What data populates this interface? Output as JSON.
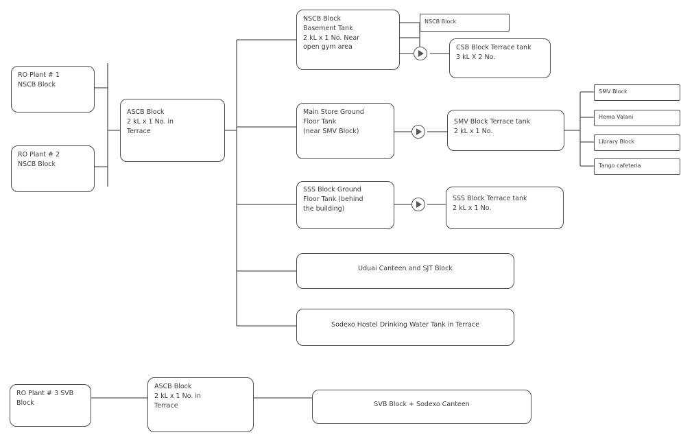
{
  "nodes": {
    "ro1": "RO Plant # 1\nNSCB Block",
    "ro2": "RO Plant # 2\nNSCB Block",
    "ascb": "ASCB Block\n2 kL x 1 No. in\nTerrace",
    "nscb_basement": "NSCB Block\nBasement Tank\n2 kL x 1 No. Near\nopen gym area",
    "nscb_block": "NSCB Block",
    "csb_terrace": "CSB Block Terrace tank\n3 kL X 2 No.",
    "main_store": "Main Store Ground\nFloor Tank\n(near SMV Block)",
    "smv_terrace": "SMV Block Terrace tank\n2 kL x 1 No.",
    "smv_block": "SMV Block",
    "hema_valani": "Hema Valani",
    "library_block": "Library Block",
    "tango_cafeteria": "Tango cafeteria",
    "sss_ground": "SSS Block Ground\nFloor Tank (behind\nthe building)",
    "sss_terrace": "SSS Block Terrace tank\n2 kL x 1 No.",
    "uduai": "Uduai Canteen and SJT Block",
    "sodexo_hostel": "Sodexo Hostel Drinking Water Tank in Terrace",
    "ro3": "RO Plant # 3 SVB\nBlock",
    "ascb2": "ASCB Block\n2 kL x 1 No. in\nTerrace",
    "svb_sodexo": "SVB Block + Sodexo Canteen"
  }
}
